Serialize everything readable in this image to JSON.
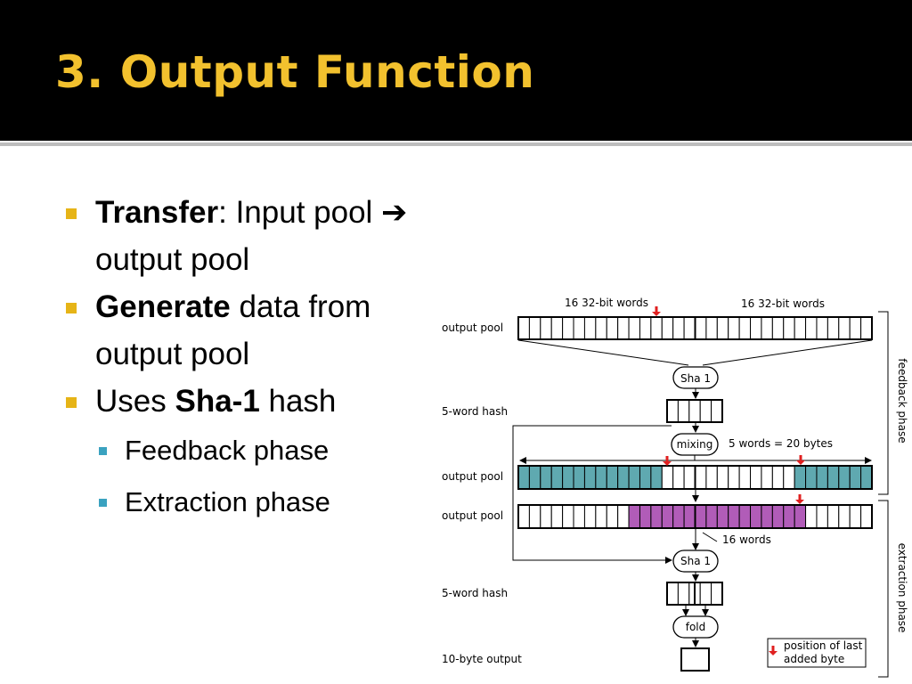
{
  "slide": {
    "title": "3. Output Function"
  },
  "bullets": [
    {
      "strong": "Transfer",
      "text": ": Input pool ➔ output pool"
    },
    {
      "strong": "Generate",
      "text": " data from output pool"
    },
    {
      "pre": "Uses ",
      "strong": "Sha-1",
      "text": " hash"
    }
  ],
  "subbullets": [
    "Feedback phase",
    "Extraction phase"
  ],
  "diagram": {
    "top_label_left": "16 32-bit words",
    "top_label_right": "16 32-bit words",
    "row_output_pool_1": "output pool",
    "row_hash_1": "5-word hash",
    "row_output_pool_2": "output pool",
    "row_output_pool_3": "output pool",
    "row_hash_2": "5-word hash",
    "row_output": "10-byte output",
    "sha_1": "Sha 1",
    "sha_2": "Sha 1",
    "mixing": "mixing",
    "mixing_note": "5 words = 20 bytes",
    "words_note": "16 words",
    "fold": "fold",
    "phase_feedback": "feedback phase",
    "phase_extraction": "extraction phase",
    "legend_line1": "position of last",
    "legend_line2": "added byte",
    "colors": {
      "teal": "#5fa9b0",
      "purple": "#b15cb8",
      "marker": "#e02020",
      "title": "#f2c12e"
    }
  }
}
